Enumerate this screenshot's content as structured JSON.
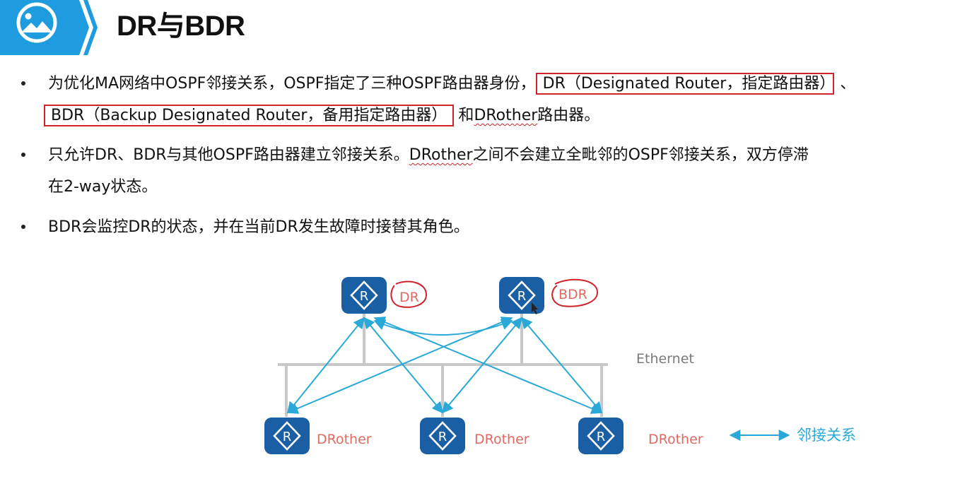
{
  "title": "DR与BDR",
  "bullets": {
    "b1": {
      "pre": "为优化MA网络中OSPF邻接关系，OSPF指定了三种OSPF路由器身份，",
      "box1": "DR（Designated Router，指定路由器）",
      "sep": "、",
      "box2": "BDR（Backup Designated Router，备用指定路由器）",
      "mid": "和",
      "drother": "DRother",
      "post": "路由器。"
    },
    "b2": {
      "line1_a": "只允许DR、BDR与其他OSPF路由器建立邻接关系。",
      "drother": "DRother",
      "line1_b": "之间不会建立全毗邻的OSPF邻接关系，双方停滞",
      "line2": "在2-way状态。"
    },
    "b3": {
      "text": "BDR会监控DR的状态，并在当前DR发生故障时接替其角色。"
    }
  },
  "diagram": {
    "router_symbol": "R",
    "dr_label": "DR",
    "bdr_label": "BDR",
    "drother_label": "DRother",
    "ethernet_label": "Ethernet",
    "legend_label": "邻接关系",
    "colors": {
      "router": "#1a5fa3",
      "arrow": "#2aa9d8",
      "bus": "#c8c8c8",
      "role_text": "#e06a62",
      "annotation": "#d0222a",
      "ethernet_text": "#7a7a7a"
    }
  },
  "icons": {
    "title": "image-icon"
  },
  "theme": {
    "accent": "#1f9be0",
    "highlight_box": "#d0222a"
  }
}
